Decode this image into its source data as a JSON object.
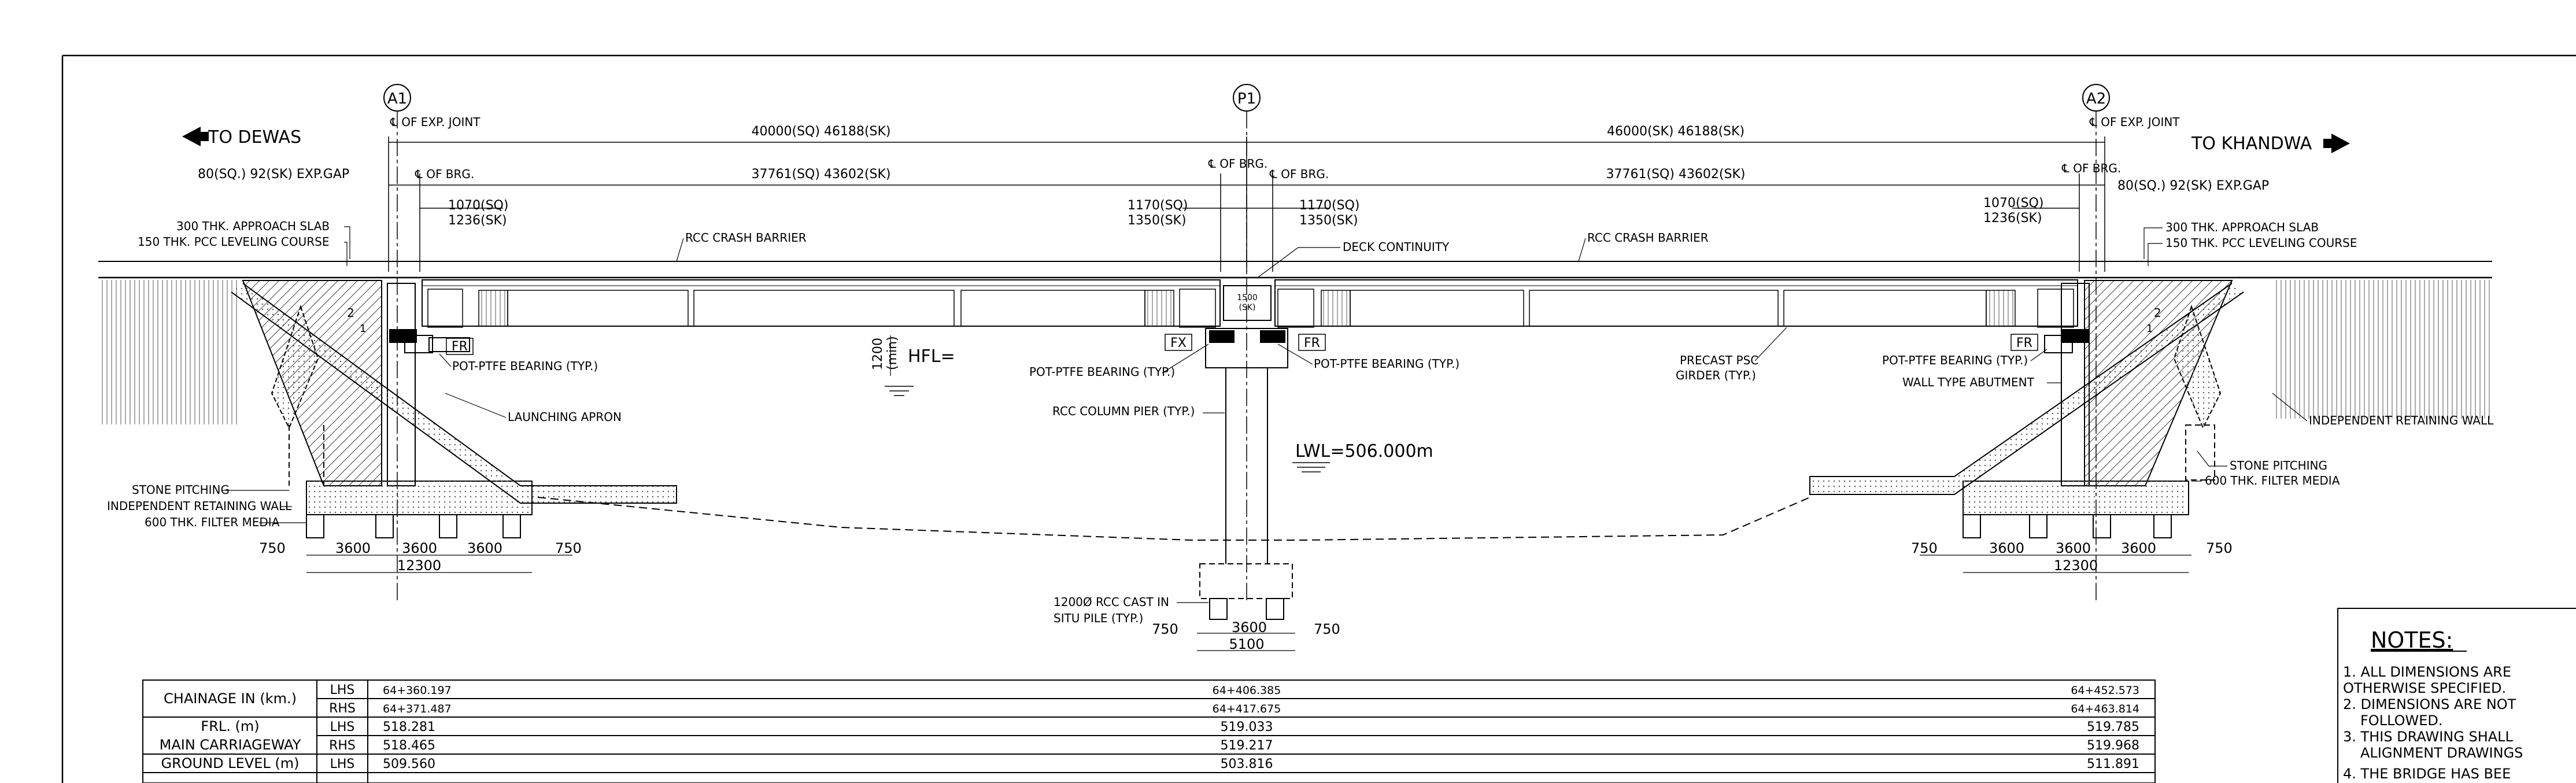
{
  "directions": {
    "left": "TO DEWAS",
    "right": "TO KHANDWA"
  },
  "supports": [
    {
      "label": "A1"
    },
    {
      "label": "P1"
    },
    {
      "label": "A2"
    }
  ],
  "exp_joint": "℄ OF EXP. JOINT",
  "of_brg": "℄ OF BRG.",
  "spans": {
    "span1_total": "40000(SQ) 46188(SK)",
    "span2_total": "46000(SK) 46188(SK)",
    "span1_girder": "37761(SQ) 43602(SK)",
    "span2_girder": "37761(SQ) 43602(SK)"
  },
  "exp_gap_left": "80(SQ.) 92(SK) EXP.GAP",
  "exp_gap_right": "80(SQ.) 92(SK) EXP.GAP",
  "bearing_offsets": {
    "a1_sq": "1070(SQ)",
    "a1_sk": "1236(SK)",
    "p1l_sq": "1170(SQ)",
    "p1l_sk": "1350(SK)",
    "p1r_sq": "1170(SQ)",
    "p1r_sk": "1350(SK)",
    "a2_sq": "1070(SQ)",
    "a2_sk": "1236(SK)"
  },
  "labels": {
    "approach_slab": "300 THK. APPROACH SLAB",
    "pcc_leveling": "150 THK. PCC LEVELING COURSE",
    "crash_barrier": "RCC CRASH BARRIER",
    "deck_continuity": "DECK CONTINUITY",
    "fr": "FR",
    "fx": "FX",
    "pot_bearing": "POT-PTFE BEARING (TYP.)",
    "launching_apron": "LAUNCHING APRON",
    "hfl": "HFL=",
    "hfl_min": "1200",
    "hfl_min2": "(min)",
    "rcc_column_pier": "RCC COLUMN PIER (TYP.)",
    "lwl": "LWL=506.000m",
    "precast_girder_1": "PRECAST PSC",
    "precast_girder_2": "GIRDER (TYP.)",
    "wall_abutment": "WALL TYPE ABUTMENT",
    "retaining_wall": "INDEPENDENT RETAINING WALL",
    "stone_pitching": "STONE PITCHING",
    "filter_media": "600 THK. FILTER MEDIA",
    "pile_1": "1200Ø RCC CAST IN",
    "pile_2": "SITU PILE (TYP.)",
    "slope": "2",
    "slope_base": "1",
    "deck_box_1": "1500",
    "deck_box_2": "(SK)"
  },
  "foundation_dims": {
    "edge": "750",
    "spacing": "3600",
    "total_abutment": "12300",
    "total_pier": "5100"
  },
  "notes": {
    "title": "NOTES:",
    "lines": [
      "1.  ALL DIMENSIONS ARE",
      "OTHERWISE SPECIFIED.",
      "2.  DIMENSIONS ARE NOT",
      "FOLLOWED.",
      "3.  THIS DRAWING SHALL",
      "ALIGNMENT DRAWINGS",
      "4.  THE BRIDGE HAS BEE"
    ]
  },
  "table": {
    "rows": [
      {
        "label": "CHAINAGE IN (km.)",
        "side": "LHS",
        "values": [
          "64+360.197",
          "64+406.385",
          "64+452.573"
        ]
      },
      {
        "label": "",
        "side": "RHS",
        "values": [
          "64+371.487",
          "64+417.675",
          "64+463.814"
        ]
      },
      {
        "label": "FRL.  (m)",
        "side": "LHS",
        "values": [
          "518.281",
          "519.033",
          "519.785"
        ]
      },
      {
        "label": "MAIN CARRIAGEWAY",
        "side": "RHS",
        "values": [
          "518.465",
          "519.217",
          "519.968"
        ]
      },
      {
        "label": "GROUND LEVEL (m)",
        "side": "LHS",
        "values": [
          "509.560",
          "503.816",
          "511.891"
        ]
      }
    ]
  }
}
